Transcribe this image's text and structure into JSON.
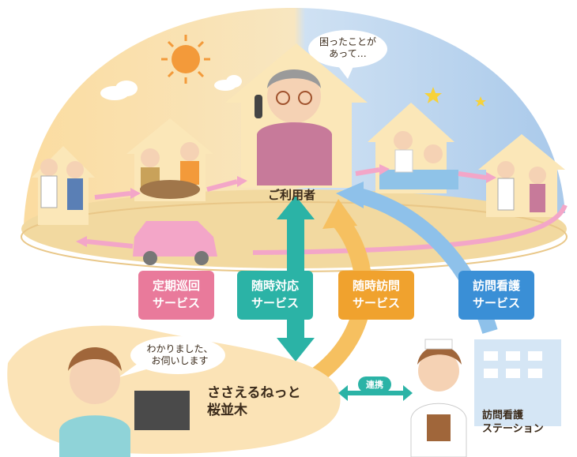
{
  "user": {
    "label": "ご利用者",
    "bubble_line1": "困ったことが",
    "bubble_line2": "あって…"
  },
  "services": [
    {
      "line1": "定期巡回",
      "line2": "サービス",
      "color": "#e97a9b"
    },
    {
      "line1": "随時対応",
      "line2": "サービス",
      "color": "#2bb3a6"
    },
    {
      "line1": "随時訪問",
      "line2": "サービス",
      "color": "#f0a22e"
    },
    {
      "line1": "訪問看護",
      "line2": "サービス",
      "color": "#3a8fd6"
    }
  ],
  "operator": {
    "bubble_line1": "わかりました、",
    "bubble_line2": "お伺いします",
    "name_line1": "ささえるねっと",
    "name_line2": "桜並木"
  },
  "link": {
    "label": "連携"
  },
  "station": {
    "line1": "訪問看護",
    "line2": "ステーション"
  },
  "colors": {
    "day": "#f6c77a",
    "night": "#9fc6ec",
    "ground": "#f2d9a0",
    "arrow_pink": "#f3a6c8",
    "arrow_teal": "#2bb3a6",
    "arrow_orange": "#f0a22e",
    "arrow_blue": "#3a8fd6"
  }
}
